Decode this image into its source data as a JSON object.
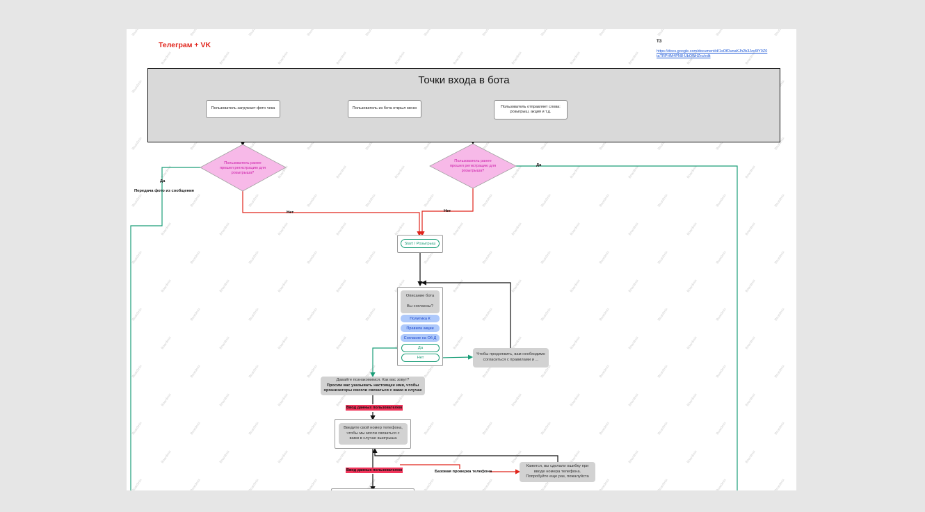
{
  "header": {
    "title": "Телеграм + VK",
    "tz_label": "ТЗ",
    "tz_link": "https://docs.google.com/document/d/1sOfDunaKJh2b3Jzv6fY0Z0taTRPHM4PN8-UbOWrlZrc/edit"
  },
  "entry_points": {
    "title": "Точки входа в бота",
    "nodes": [
      "Пользователь загружает фото чека",
      "Пользователь из бота открыл меню",
      "Пользователь отправляет слова: розыгрыш, акция и т.д."
    ]
  },
  "decisions": [
    "Пользователь ранее прошел регистрацию для розыгрыша?",
    "Пользователь ранее прошел регистрацию для розыгрыша?"
  ],
  "edge_labels": {
    "yes_left": "Да",
    "yes_right": "Да",
    "no_left": "Нет",
    "no_right": "Нет",
    "photo_note": "Передача фото из сообщения"
  },
  "start_button": "Start / Розыгрыш",
  "bot_intro": {
    "description": "Описание бота",
    "question": "Вы согласны?",
    "buttons": [
      "Политика К",
      "Правила акции",
      "Согласие на Об Д"
    ],
    "yes": "Да",
    "no": "Нет"
  },
  "consent_required": "Чтобы продолжить, вам необходимо согласиться с правилами и ...",
  "ask_name": {
    "line1": "Давайте познакомимся. Как вас зовут?",
    "line2": "Просим вас указывать настоящее имя, чтобы организаторы смогли связаться с вами в случае"
  },
  "user_input_1": "Ввод данных пользователем",
  "ask_phone": "Введите свой номер телефона, чтобы мы могли связаться с вами в случае выигрыша",
  "user_input_2": "Ввод данных пользователем",
  "phone_check": "Базовая проверка телефона",
  "phone_error": "Кажется, вы сделали ошибку при вводе номера телефона. Попробуйте еще раз, пожалуйста",
  "watermark": "Boardmix",
  "colors": {
    "green": "#1a9e78",
    "red": "#e0241b",
    "pink": "#f7b9e8",
    "blue_pill": "#aec9fb",
    "tag_red": "#f0345a"
  }
}
